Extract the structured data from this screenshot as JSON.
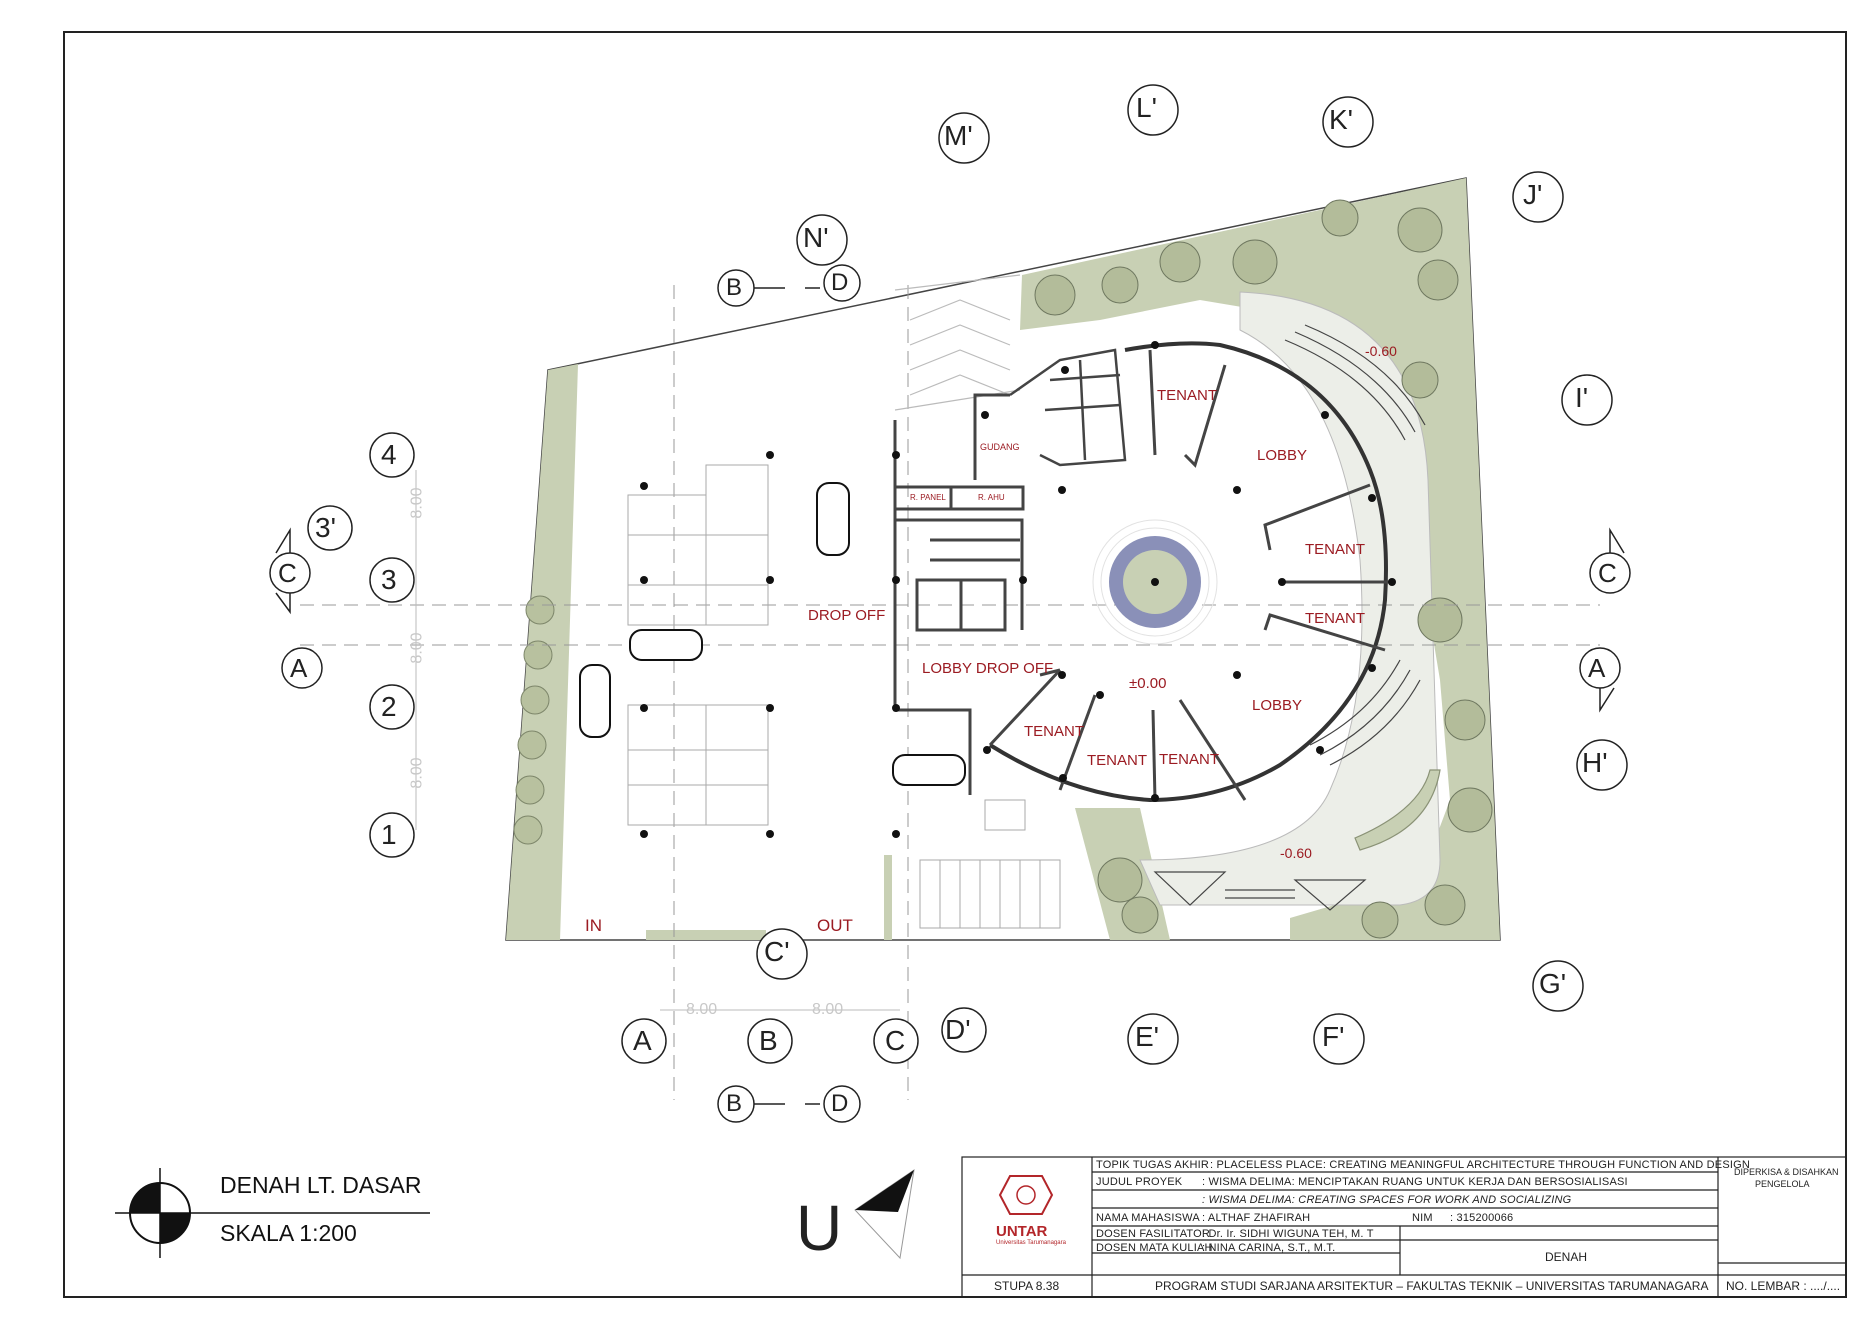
{
  "grid_labels": {
    "left_letters": [
      "C",
      "A"
    ],
    "right_letters": [
      "C",
      "A"
    ],
    "row_numbers": [
      "4",
      "3'",
      "3",
      "2",
      "1"
    ],
    "bottom_letters": [
      "A",
      "B",
      "C",
      "D'"
    ],
    "section_top": [
      "B",
      "D"
    ],
    "section_bottom": [
      "B",
      "D"
    ],
    "perimeter": [
      "M'",
      "L'",
      "K'",
      "J'",
      "I'",
      "H'",
      "G'",
      "F'",
      "E'",
      "N'",
      "C'"
    ]
  },
  "dimensions": {
    "vertical": [
      "8.00",
      "8.00",
      "8.00"
    ],
    "horizontal": [
      "8.00",
      "8.00"
    ]
  },
  "rooms": {
    "tenant": "TENANT",
    "lobby": "LOBBY",
    "drop_off": "DROP OFF",
    "lobby_drop_off": "LOBBY DROP OFF",
    "gudang": "GUDANG",
    "r_panel": "R. PANEL",
    "r_ahu": "R. AHU",
    "entry_in": "IN",
    "entry_out": "OUT",
    "level_center": "±0.00",
    "level_lower_1": "-0.60",
    "level_lower_2": "-0.60"
  },
  "drawing_title": {
    "name": "DENAH LT. DASAR",
    "scale": "SKALA 1:200",
    "north": "U"
  },
  "title_block": {
    "topik_label": "TOPIK TUGAS AKHIR",
    "topik_value": ": PLACELESS PLACE: CREATING MEANINGFUL ARCHITECTURE THROUGH FUNCTION AND DESIGN",
    "judul_label": "JUDUL PROYEK",
    "judul_value_1": ": WISMA DELIMA: MENCIPTAKAN RUANG UNTUK KERJA DAN BERSOSIALISASI",
    "judul_value_2": ": WISMA DELIMA: CREATING SPACES FOR WORK AND SOCIALIZING",
    "nama_label": "NAMA MAHASISWA",
    "nama_value": ": ALTHAF ZHAFIRAH",
    "nim_label": "NIM",
    "nim_value": ": 315200066",
    "fasilitator_label": "DOSEN FASILITATOR",
    "fasilitator_value": ": Dr. Ir. SIDHI WIGUNA TEH, M. T",
    "mk_label": "DOSEN MATA KULIAH",
    "mk_value": ": NINA CARINA, S.T., M.T.",
    "sheet_title": "DENAH",
    "approval": "DIPERKISA & DISAHKAN",
    "approval_2": "PENGELOLA",
    "stupa": "STUPA 8.38",
    "program": "PROGRAM STUDI SARJANA ARSITEKTUR – FAKULTAS TEKNIK – UNIVERSITAS TARUMANAGARA",
    "lembar": "NO. LEMBAR : ..../....",
    "logo_name": "UNTAR",
    "logo_sub": "Universitas Tarumanagara"
  },
  "colors": {
    "landscape": "#c8d0b4",
    "landscape_dark": "#a9b392",
    "plaza": "#e9ebe4",
    "room_label": "#9b1b22",
    "pool": "#8a90b8",
    "pool_inner": "#c8d0b4",
    "line": "#333333"
  }
}
